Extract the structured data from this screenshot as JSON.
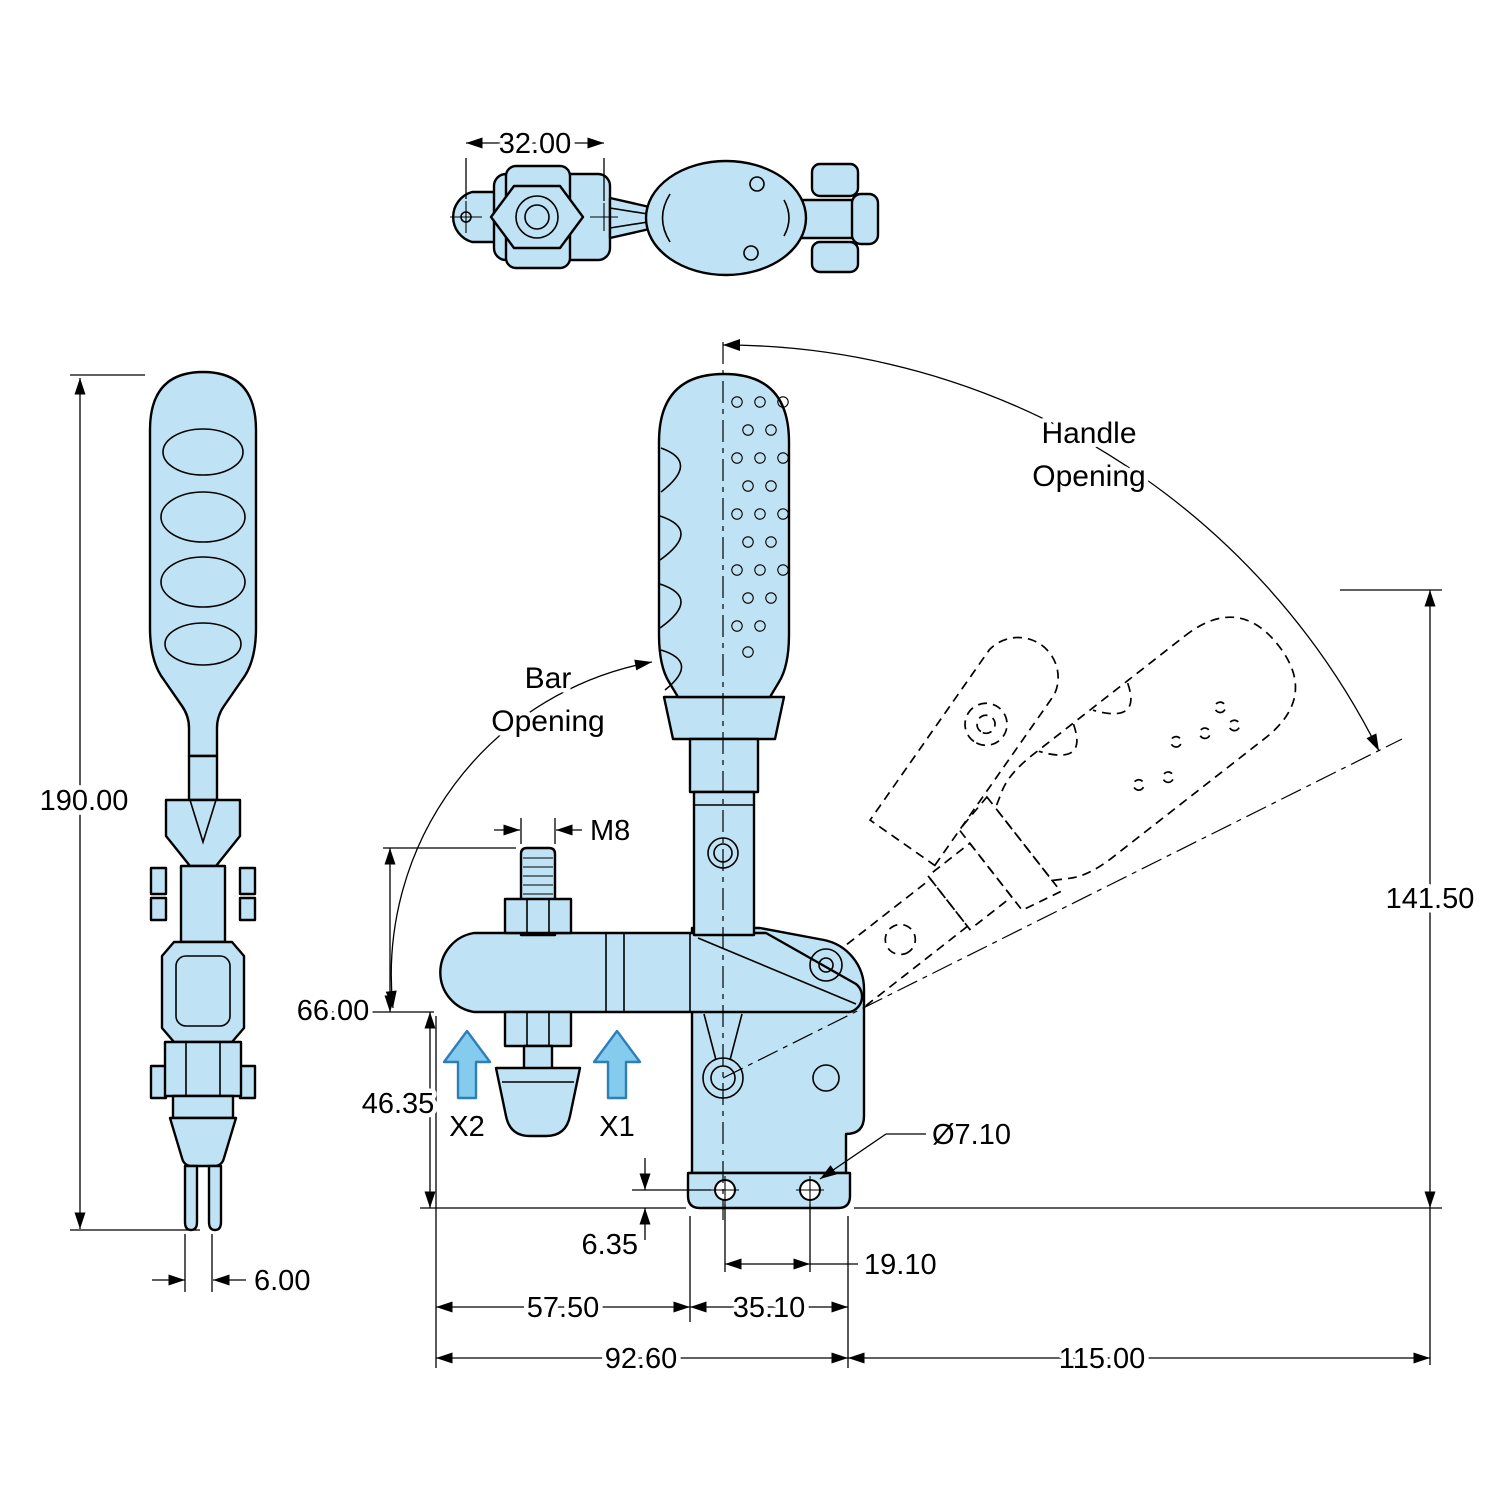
{
  "labels": {
    "handle_opening": [
      "Handle",
      "Opening"
    ],
    "bar_opening": [
      "Bar",
      "Opening"
    ],
    "force_point_1": "X1",
    "force_point_2": "X2"
  },
  "dimensions": {
    "top_width": "32.00",
    "overall_height": "190.00",
    "prong_width": "6.00",
    "spindle_thread": "M8",
    "spindle_length": "66.00",
    "bar_height": "46.35",
    "base_hole_offset": "6.35",
    "bar_reach": "57.50",
    "pivot_offset": "35.10",
    "hole_spacing": "19.10",
    "base_span": "92.60",
    "handle_reach": "115.00",
    "open_height": "141.50",
    "hole_diameter": "Ø7.10"
  },
  "colors": {
    "part_fill": "#bfe3f4",
    "outline": "#000000",
    "arrow_fill": "#85cbee",
    "arrow_outline": "#2d7fb8",
    "dim_line": "#000000",
    "text": "#000000",
    "background": "#ffffff"
  }
}
